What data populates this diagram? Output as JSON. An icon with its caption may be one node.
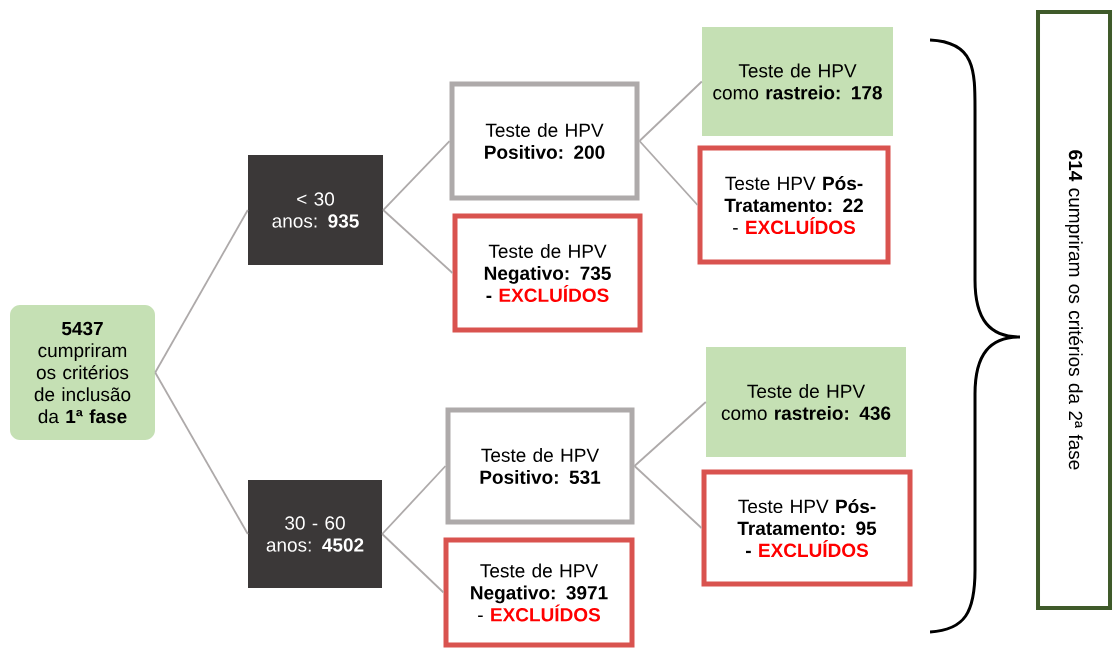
{
  "diagram": {
    "nodes": [
      {
        "text": [
          "**5437** cumpriram os critérios de inclusão da **1ª fase**"
        ]
      },
      {
        "text": [
          "< 30 anos: **935**"
        ]
      },
      {
        "text": [
          "Teste de HPV **Positivo: 200**"
        ]
      },
      {
        "text": [
          "Teste de HPV como **rastreio: 178**"
        ]
      },
      {
        "text": [
          "Teste HPV **Pós-Tratamento: 22** -",
          "EXCLUÍDOS"
        ]
      },
      {
        "text": [
          "Teste de HPV **Negativo: 735 -**",
          "EXCLUÍDOS"
        ]
      },
      {
        "text": [
          "30 - 60 anos: **4502**"
        ]
      },
      {
        "text": [
          "Teste de HPV **Positivo: 531**"
        ]
      },
      {
        "text": [
          "Teste de HPV como **rastreio: 436**"
        ]
      },
      {
        "text": [
          "Teste HPV **Pós-Tratamento: 95 -**",
          "EXCLUÍDOS"
        ]
      },
      {
        "text": [
          "Teste de HPV **Negativo: 3971** -",
          "EXCLUÍDOS"
        ]
      },
      {
        "text": [
          "**614** cumpriram os critérios da 2ª fase"
        ]
      }
    ],
    "edges": [
      {
        "from": 0,
        "to": 1,
        "arrow": "none"
      },
      {
        "from": 0,
        "to": 6,
        "arrow": "none"
      },
      {
        "from": 1,
        "to": 2,
        "arrow": "none"
      },
      {
        "from": 1,
        "to": 5,
        "arrow": "none"
      },
      {
        "from": 2,
        "to": 3,
        "arrow": "none"
      },
      {
        "from": 2,
        "to": 4,
        "arrow": "none"
      },
      {
        "from": 6,
        "to": 7,
        "arrow": "none"
      },
      {
        "from": 6,
        "to": 10,
        "arrow": "none"
      },
      {
        "from": 7,
        "to": 8,
        "arrow": "none"
      },
      {
        "from": 7,
        "to": 9,
        "arrow": "none"
      }
    ]
  }
}
